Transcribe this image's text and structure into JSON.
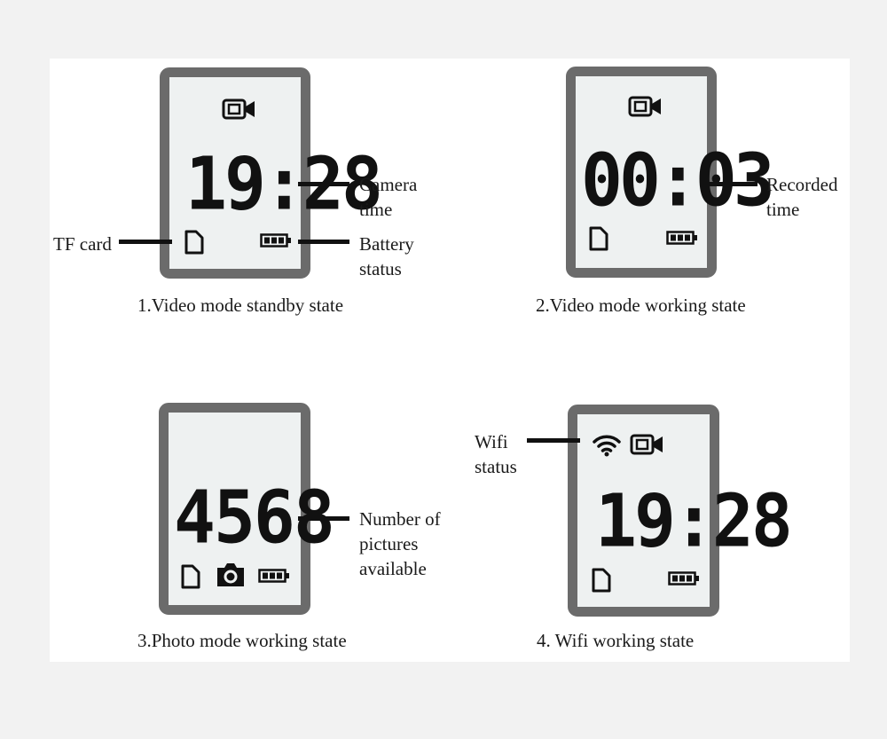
{
  "panels": [
    {
      "digits": "19:28",
      "caption": "1.Video mode standby state",
      "labels": {
        "right_top": "Camera\ntime",
        "right_bottom": "Battery\nstatus",
        "left": "TF card"
      }
    },
    {
      "digits": "00:03",
      "caption": "2.Video mode working state",
      "labels": {
        "right_top": "Recorded\ntime"
      }
    },
    {
      "digits": "4568",
      "caption": "3.Photo mode working state",
      "labels": {
        "right_top": "Number of\npictures\navailable"
      }
    },
    {
      "digits": "19:28",
      "caption": "4. Wifi working state",
      "labels": {
        "left": "Wifi\nstatus"
      }
    }
  ],
  "icons": {
    "video": "video-camera-icon",
    "photo": "photo-camera-icon",
    "wifi": "wifi-icon",
    "card": "sd-card-icon",
    "battery": "battery-icon"
  },
  "colors": {
    "bezel": "#6b6b6b",
    "screen": "#eef1f1",
    "ink": "#111111"
  }
}
